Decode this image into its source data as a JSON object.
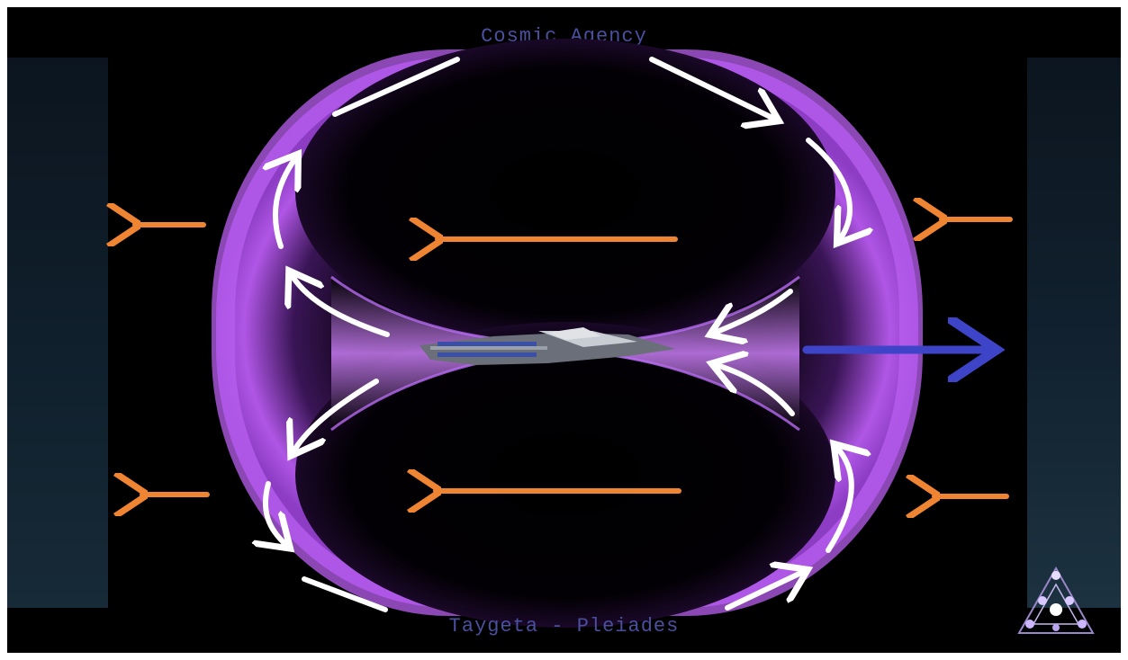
{
  "header": {
    "title": "Cosmic Agency"
  },
  "footer": {
    "subtitle": "Taygeta - Pleiades"
  },
  "colors": {
    "field": "#b056e6",
    "flow_arrow": "#ffffff",
    "inflow_arrow": "#ef8432",
    "thrust_arrow": "#3d44c8",
    "caption": "#4a4f9e"
  },
  "icons": [
    "ship-image",
    "pleiades-logo-icon"
  ]
}
